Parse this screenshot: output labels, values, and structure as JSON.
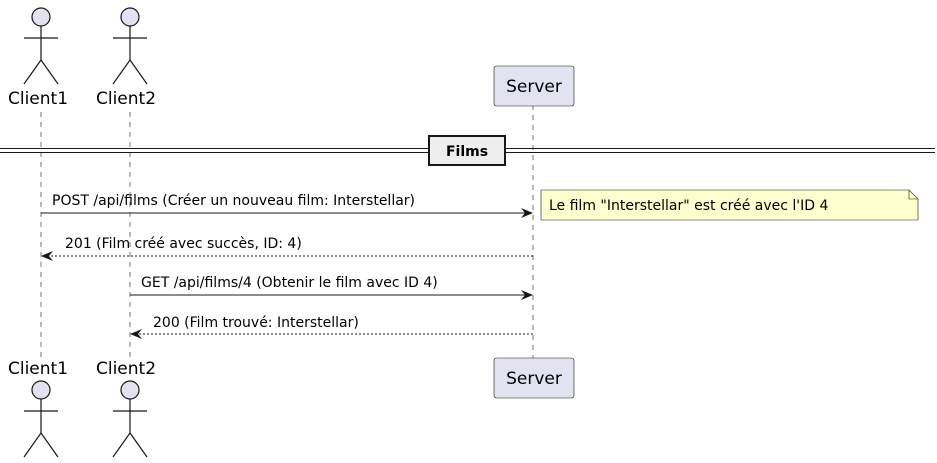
{
  "participants": {
    "client1": {
      "name": "Client1"
    },
    "client2": {
      "name": "Client2"
    },
    "server": {
      "name": "Server"
    }
  },
  "group": {
    "label": "Films"
  },
  "messages": [
    {
      "text": "POST /api/films (Créer un nouveau film: Interstellar)",
      "from": "Client1",
      "to": "Server",
      "style": "solid"
    },
    {
      "text": "201 (Film créé avec succès, ID: 4)",
      "from": "Server",
      "to": "Client1",
      "style": "dashed"
    },
    {
      "text": "GET /api/films/4 (Obtenir le film avec ID 4)",
      "from": "Client2",
      "to": "Server",
      "style": "solid"
    },
    {
      "text": "200 (Film trouvé: Interstellar)",
      "from": "Server",
      "to": "Client2",
      "style": "dashed"
    }
  ],
  "note": {
    "text": "Le film \"Interstellar\" est créé avec l'ID 4"
  },
  "colors": {
    "participant_fill": "#e2e2f0",
    "participant_border": "#181818",
    "note_fill": "#fefece",
    "line": "#181818",
    "lifeline": "#181818"
  },
  "icons": {
    "actor": "stick-figure-actor-icon",
    "note": "dog-eared-note-icon"
  }
}
